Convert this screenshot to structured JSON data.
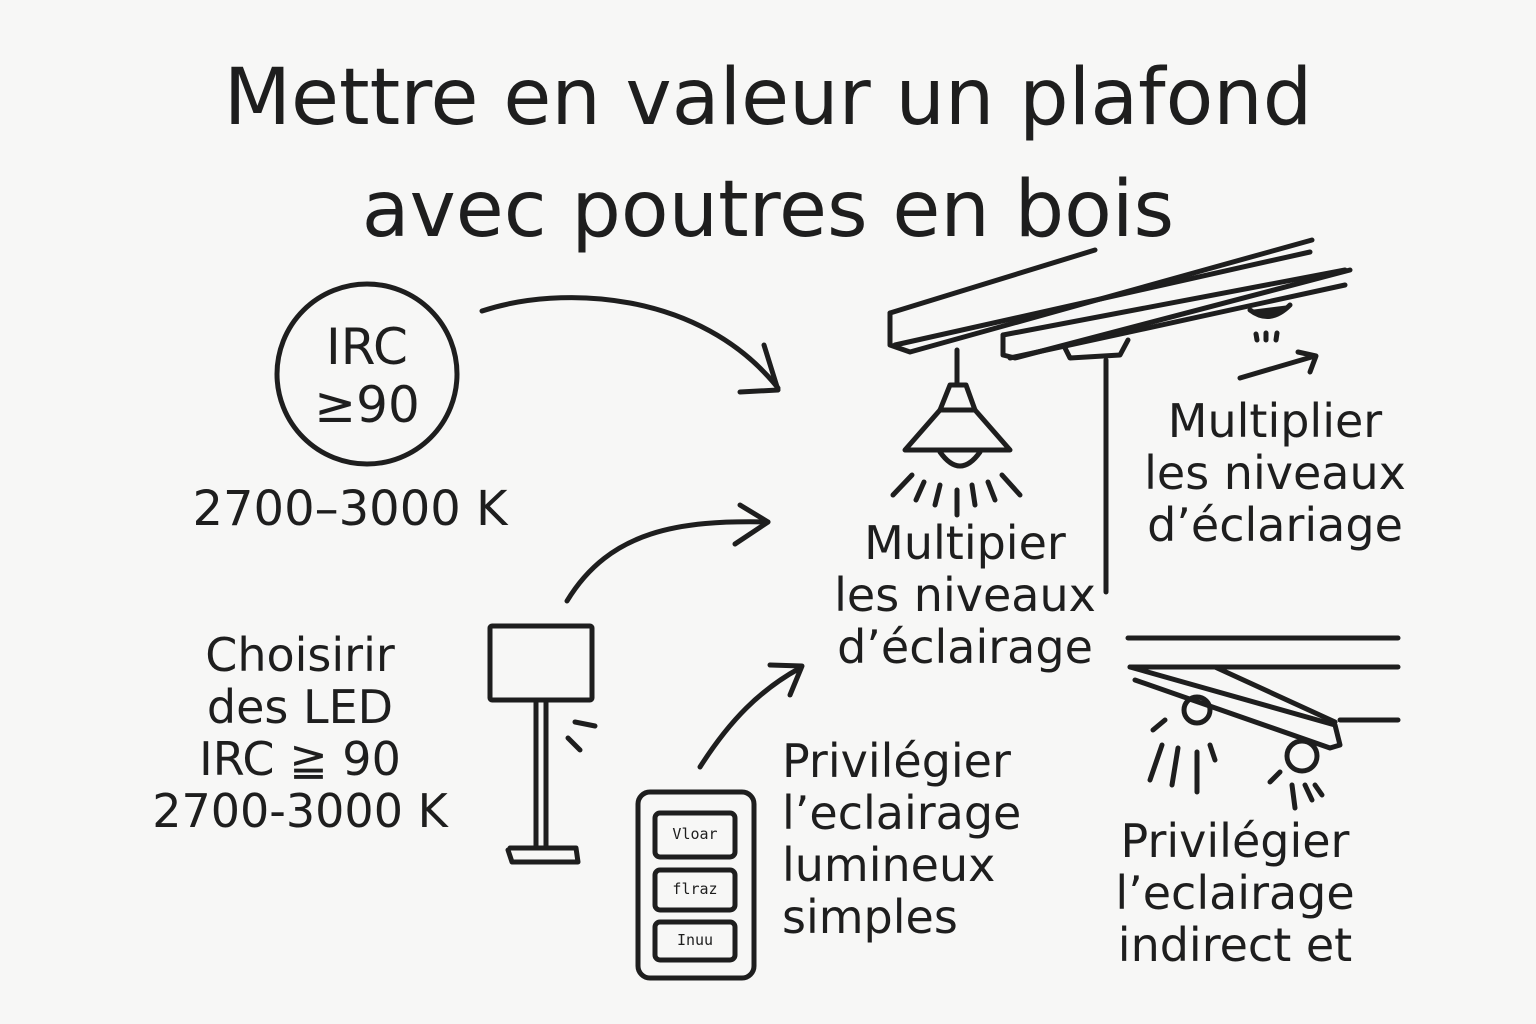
{
  "title": {
    "line1": "Mettre en valeur un plafond",
    "line2": "avec poutres en bois"
  },
  "irc_badge": {
    "line1": "IRC",
    "line2": "≥90",
    "color_temp": "2700–3000 K"
  },
  "led_section": {
    "line1": "Choisirir",
    "line2": "des LED",
    "line3": "IRC ≧ 90",
    "line4": "2700-3000 K"
  },
  "pendant_section": {
    "line1": "Multipier",
    "line2": "les niveaux",
    "line3": "d’éclairage"
  },
  "spot_section": {
    "line1": "Multiplier",
    "line2": "les niveaux",
    "line3": "d’éclariage"
  },
  "dimmer_section": {
    "line1": "Privilégier",
    "line2": "l’eclairage",
    "line3": "lumineux",
    "line4": "simples",
    "buttons": [
      "Vloar",
      "flraz",
      "Inuu"
    ]
  },
  "indirect_section": {
    "line1": "Privilégier",
    "line2": "l’eclairage",
    "line3": "indirect et"
  },
  "icons": [
    "irc-circle-icon",
    "arrow-icon",
    "ceiling-beam-icon",
    "pendant-lamp-icon",
    "floor-lamp-icon",
    "dimmer-switch-icon",
    "spotlight-icon"
  ],
  "colors": {
    "ink": "#1e1e1e",
    "paper": "#f7f7f6"
  }
}
